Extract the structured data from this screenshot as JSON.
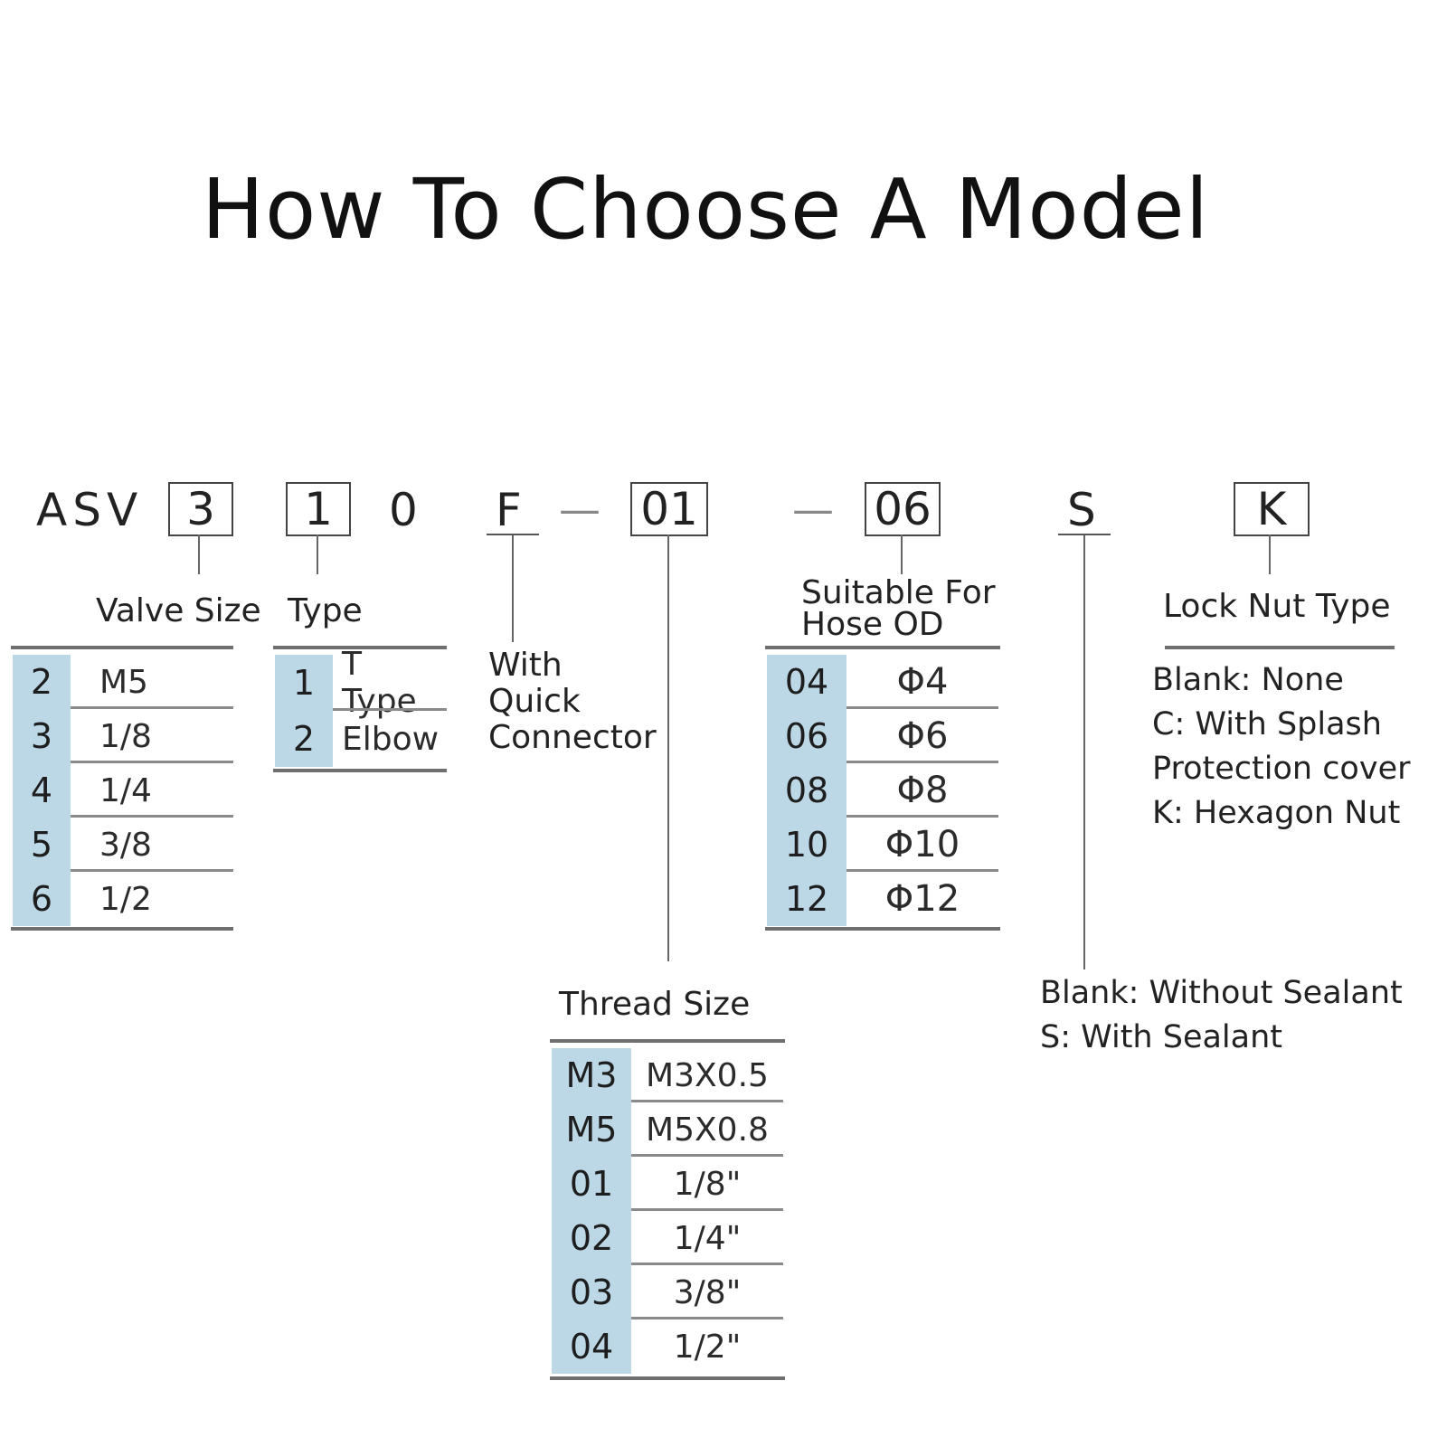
{
  "title": "How To Choose A Model",
  "model_code": {
    "prefix": "ASV",
    "size": "3",
    "type": "1",
    "zero": "0",
    "f": "F",
    "dash1": "—",
    "thread": "01",
    "dash2": "—",
    "hose": "06",
    "s": "S",
    "k": "K"
  },
  "valve_size": {
    "label": "Valve Size",
    "rows": [
      {
        "key": "2",
        "value": "M5"
      },
      {
        "key": "3",
        "value": "1/8"
      },
      {
        "key": "4",
        "value": "1/4"
      },
      {
        "key": "5",
        "value": "3/8"
      },
      {
        "key": "6",
        "value": "1/2"
      }
    ]
  },
  "type": {
    "label": "Type",
    "rows": [
      {
        "key": "1",
        "value": "T Type"
      },
      {
        "key": "2",
        "value": "Elbow"
      }
    ]
  },
  "quick_connector": {
    "lines": [
      "With",
      "Quick",
      "Connector"
    ]
  },
  "hose_od": {
    "label_lines": [
      "Suitable For",
      "Hose OD"
    ],
    "rows": [
      {
        "key": "04",
        "value": "Φ4"
      },
      {
        "key": "06",
        "value": "Φ6"
      },
      {
        "key": "08",
        "value": "Φ8"
      },
      {
        "key": "10",
        "value": "Φ10"
      },
      {
        "key": "12",
        "value": "Φ12"
      }
    ]
  },
  "lock_nut": {
    "label": "Lock Nut Type",
    "lines": [
      "Blank: None",
      "C: With Splash",
      "Protection cover",
      "K: Hexagon Nut"
    ]
  },
  "thread_size": {
    "label": "Thread Size",
    "rows": [
      {
        "key": "M3",
        "value": "M3X0.5"
      },
      {
        "key": "M5",
        "value": "M5X0.8"
      },
      {
        "key": "01",
        "value": "1/8\""
      },
      {
        "key": "02",
        "value": "1/4\""
      },
      {
        "key": "03",
        "value": "3/8\""
      },
      {
        "key": "04",
        "value": "1/2\""
      }
    ]
  },
  "sealant": {
    "lines": [
      "Blank: Without Sealant",
      "S: With Sealant"
    ]
  },
  "colors": {
    "key_cell": "#bcd8e6",
    "rule": "#6f6f6f"
  }
}
